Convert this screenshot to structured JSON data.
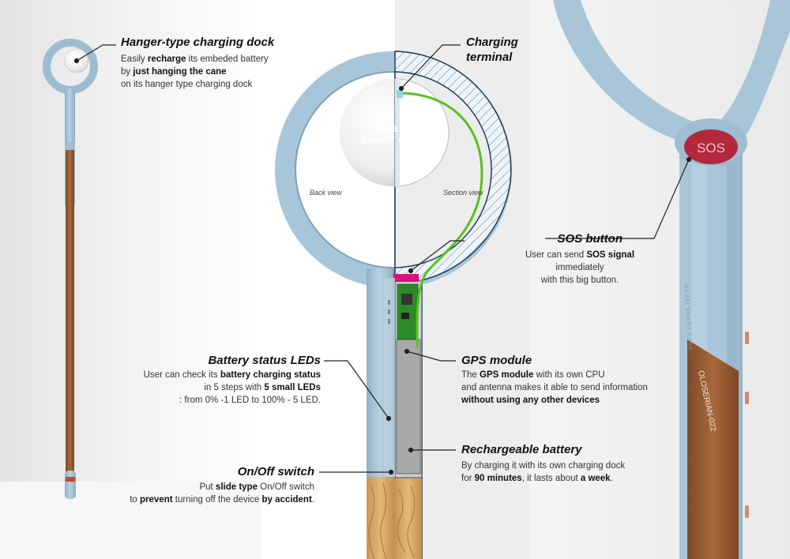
{
  "callouts": {
    "hanger": {
      "title": "Hanger-type charging dock",
      "lines": [
        [
          {
            "t": "Easily "
          },
          {
            "t": "recharge",
            "b": true
          },
          {
            "t": " its embeded battery"
          }
        ],
        [
          {
            "t": "by "
          },
          {
            "t": "just hanging the cane",
            "b": true
          }
        ],
        [
          {
            "t": "on its hanger type charging dock"
          }
        ]
      ]
    },
    "charging_terminal": {
      "title_line1": "Charging",
      "title_line2": "terminal"
    },
    "sos": {
      "title": "SOS button",
      "lines": [
        [
          {
            "t": "User can send "
          },
          {
            "t": "SOS signal",
            "b": true
          }
        ],
        [
          {
            "t": "immediately"
          }
        ],
        [
          {
            "t": "with this big button."
          }
        ]
      ]
    },
    "gps": {
      "title": "GPS module",
      "lines": [
        [
          {
            "t": "The "
          },
          {
            "t": "GPS module",
            "b": true
          },
          {
            "t": " with its own CPU"
          }
        ],
        [
          {
            "t": "and antenna makes it able to send information"
          }
        ],
        [
          {
            "t": "without using any other devices",
            "b": true
          }
        ]
      ]
    },
    "battery_leds": {
      "title": "Battery status LEDs",
      "lines": [
        [
          {
            "t": "User can check its "
          },
          {
            "t": "battery charging status",
            "b": true
          }
        ],
        [
          {
            "t": "in 5 steps with "
          },
          {
            "t": "5 small LEDs",
            "b": true
          }
        ],
        [
          {
            "t": ": from 0% -1 LED to 100% - 5 LED."
          }
        ]
      ]
    },
    "battery": {
      "title": "Rechargeable battery",
      "lines": [
        [
          {
            "t": "By charging it with its own charging dock"
          }
        ],
        [
          {
            "t": "for "
          },
          {
            "t": "90 minutes",
            "b": true
          },
          {
            "t": ", it lasts about "
          },
          {
            "t": "a week",
            "b": true
          },
          {
            "t": "."
          }
        ]
      ]
    },
    "switch": {
      "title": "On/Off switch",
      "lines": [
        [
          {
            "t": "Put "
          },
          {
            "t": "slide type",
            "b": true
          },
          {
            "t": " On/Off switch"
          }
        ],
        [
          {
            "t": "to "
          },
          {
            "t": "prevent",
            "b": true
          },
          {
            "t": " turning off the device "
          },
          {
            "t": "by accident",
            "b": true
          },
          {
            "t": "."
          }
        ]
      ]
    }
  },
  "labels": {
    "back_view": "Back view",
    "section_view": "Section view",
    "logo_line1": "MASAI",
    "logo_line2": "SMART CANE",
    "sos_button": "SOS",
    "side_text": "MASAI SMART CANE",
    "wood_text": "OLOSERIAN-022"
  },
  "colors": {
    "cane_blue": "#a9c6d8",
    "cane_blue_dark": "#86a9bf",
    "sos_red": "#b3283c",
    "green_wire": "#56c21b",
    "pcb_green": "#2c8a2a",
    "magenta": "#d8127e",
    "wood": "#a8683a",
    "wood_light": "#d8ad6a"
  }
}
